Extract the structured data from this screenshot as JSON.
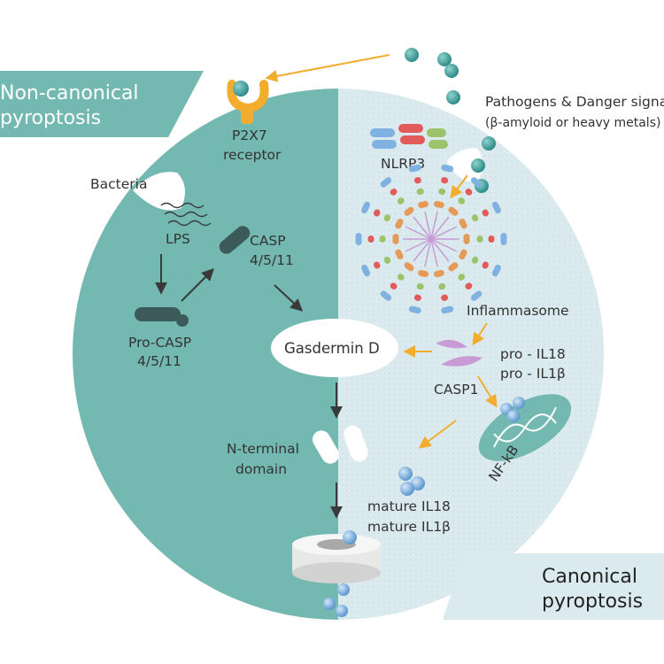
{
  "labels": {
    "non_canonical": [
      "Non-canonical",
      "pyroptosis"
    ],
    "canonical": [
      "Canonical",
      "pyroptosis"
    ],
    "p2x7": [
      "P2X7",
      "receptor"
    ],
    "bacteria": "Bacteria",
    "lps": "LPS",
    "casp": [
      "CASP",
      "4/5/11"
    ],
    "pro_casp": [
      "Pro-CASP",
      "4/5/11"
    ],
    "pathogens": "Pathogens & Danger signals",
    "pathogens_sub": "(β-amyloid or heavy metals)",
    "nlrp3": "NLRP3",
    "inflammasome": "Inflammasome",
    "gasdermin": "Gasdermin D",
    "casp1": "CASP1",
    "pro_il": [
      "pro - IL18",
      "pro - IL1β"
    ],
    "nfkb": "NF-kB",
    "n_terminal": [
      "N-terminal",
      "domain"
    ],
    "mature_il": [
      "mature IL18",
      "mature IL1β"
    ]
  },
  "colors": {
    "teal_dark": "#73b8b1",
    "teal_light": "#dbeaee",
    "teal_ball": "#3d9c98",
    "blue_ball": "#7fb2e0",
    "arrow_orange": "#f2ac2e",
    "arrow_dark": "#3a3a3a",
    "casp1": "#c89ad6"
  }
}
